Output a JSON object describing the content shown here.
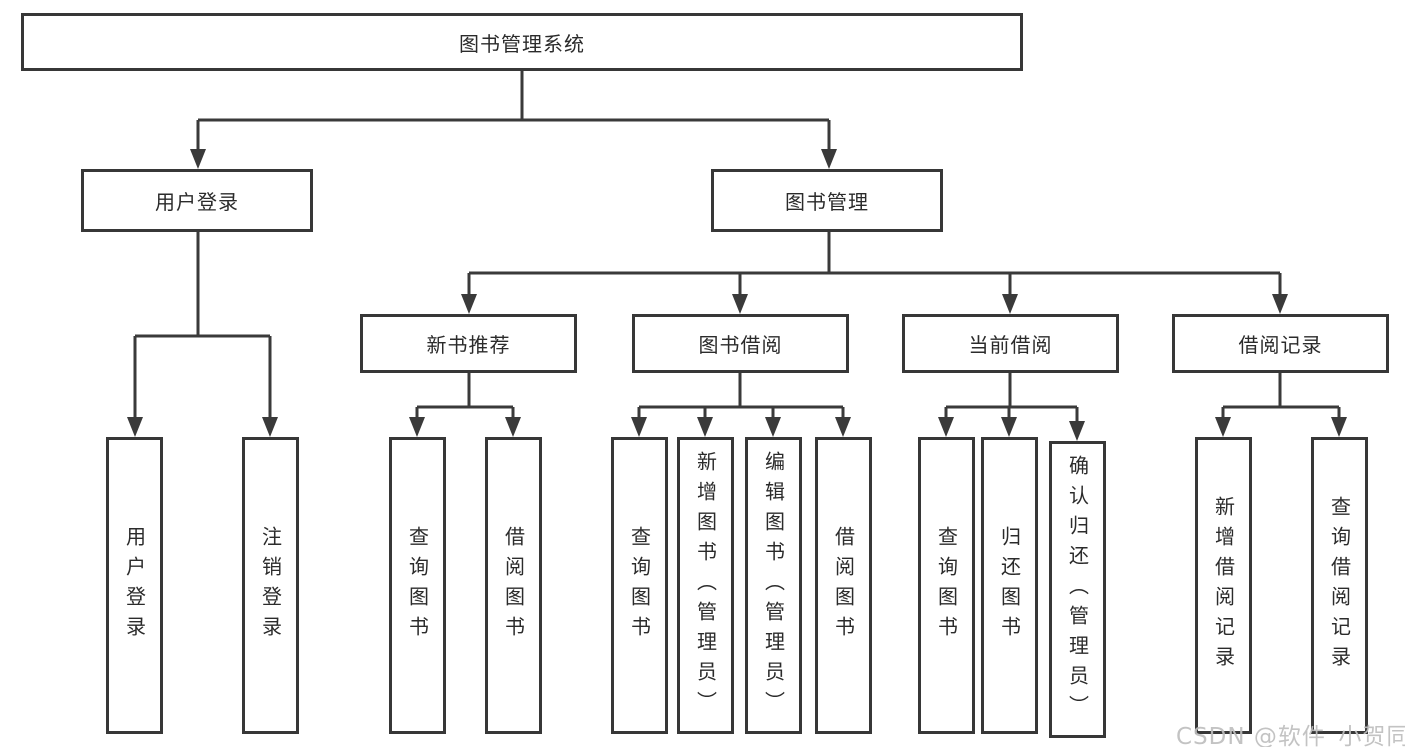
{
  "diagram_title": "图书管理系统",
  "root": {
    "label": "图书管理系统"
  },
  "branches": [
    {
      "label": "用户登录"
    },
    {
      "label": "图书管理"
    }
  ],
  "modules": [
    {
      "label": "新书推荐"
    },
    {
      "label": "图书借阅"
    },
    {
      "label": "当前借阅"
    },
    {
      "label": "借阅记录"
    }
  ],
  "functions": [
    {
      "label": "用户登录",
      "parent": "用户登录"
    },
    {
      "label": "注销登录",
      "parent": "用户登录"
    },
    {
      "label": "查询图书",
      "parent": "新书推荐"
    },
    {
      "label": "借阅图书",
      "parent": "新书推荐"
    },
    {
      "label": "查询图书",
      "parent": "图书借阅"
    },
    {
      "label": "新增图书（管理员）",
      "parent": "图书借阅"
    },
    {
      "label": "编辑图书（管理员）",
      "parent": "图书借阅"
    },
    {
      "label": "借阅图书",
      "parent": "图书借阅"
    },
    {
      "label": "查询图书",
      "parent": "当前借阅"
    },
    {
      "label": "归还图书",
      "parent": "当前借阅"
    },
    {
      "label": "确认归还（管理员）",
      "parent": "当前借阅"
    },
    {
      "label": "新增借阅记录",
      "parent": "借阅记录"
    },
    {
      "label": "查询借阅记录",
      "parent": "借阅记录"
    }
  ],
  "watermark": {
    "text": "CSDN @软件_小贺同学"
  },
  "colors": {
    "line": "#3a3a3a",
    "box_border": "#373737",
    "text": "#2b2b2b",
    "background": "#ffffff",
    "watermark": "#bebebe"
  }
}
